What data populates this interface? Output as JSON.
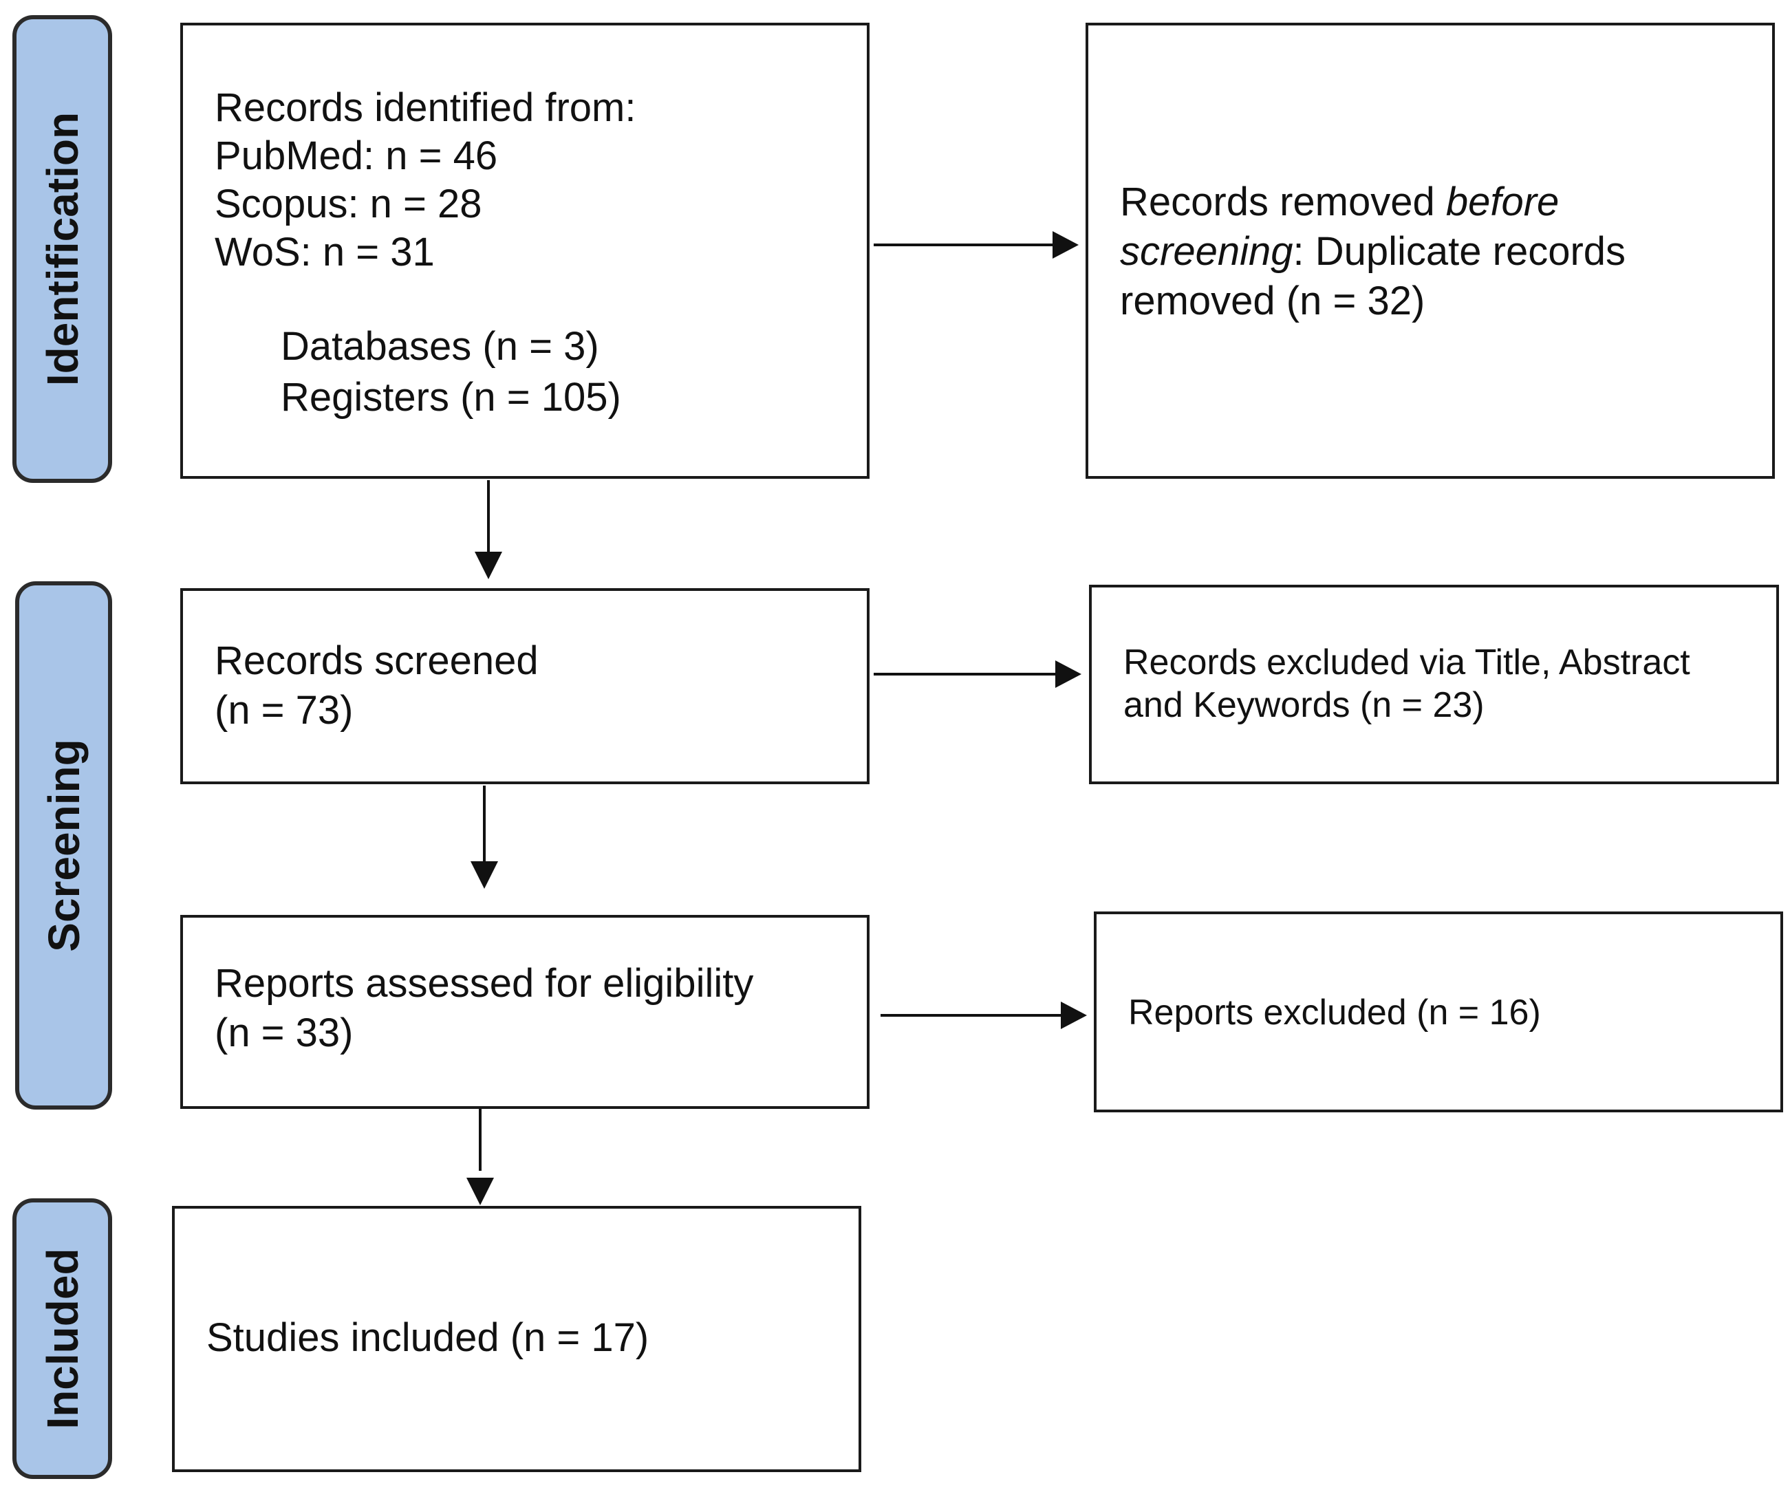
{
  "stages": {
    "identification": "Identification",
    "screening": "Screening",
    "included": "Included"
  },
  "identified": {
    "heading": "Records identified from:",
    "pubmed": "PubMed: n = 46",
    "scopus": "Scopus: n = 28",
    "wos": "WoS: n = 31",
    "databases": "Databases (n = 3)",
    "registers": "Registers (n = 105)"
  },
  "removed": {
    "part1": "Records removed ",
    "part2_italic": "before",
    "part3_italic": "screening",
    "part4": ": Duplicate records",
    "part5": "removed (n = 32)"
  },
  "screened": {
    "line1": "Records screened",
    "line2": "(n = 73)"
  },
  "excluded_title": {
    "line1": "Records excluded via Title, Abstract",
    "line2": "and Keywords (n = 23)"
  },
  "assessed": {
    "line1": "Reports assessed for eligibility",
    "line2": "(n = 33)"
  },
  "reports_excluded": {
    "line1": "Reports excluded (n = 16)"
  },
  "included": {
    "line1": "Studies included (n = 17)"
  }
}
